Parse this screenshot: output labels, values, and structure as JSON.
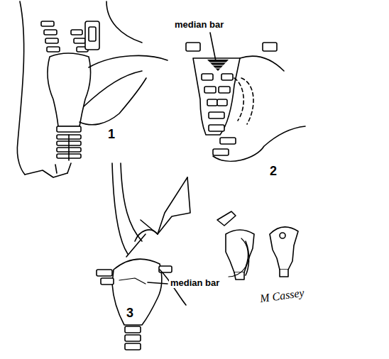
{
  "diagram": {
    "labels": [
      "median bar",
      "1",
      "2",
      "median bar",
      "3",
      "M Cassey"
    ]
  }
}
